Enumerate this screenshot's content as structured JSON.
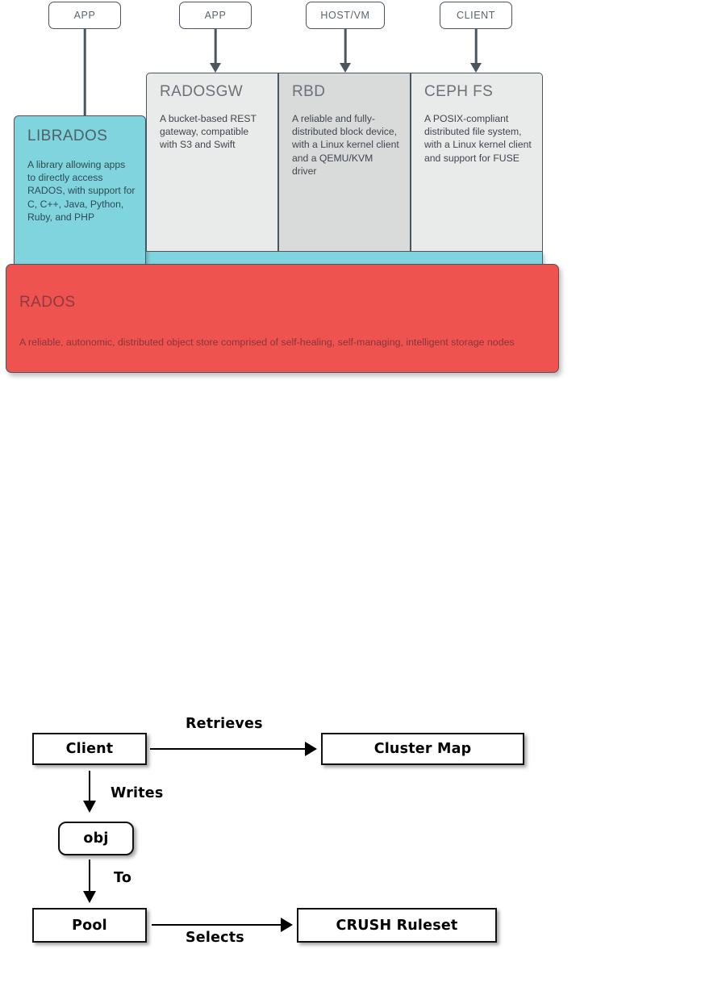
{
  "architecture": {
    "clients": [
      {
        "label": "APP"
      },
      {
        "label": "APP"
      },
      {
        "label": "HOST/VM"
      },
      {
        "label": "CLIENT"
      }
    ],
    "panels": [
      {
        "id": "librados",
        "title": "LIBRADOS",
        "body": "A library allowing apps to directly access RADOS, with support for C, C++, Java, Python, Ruby, and PHP",
        "color": "#7fd4dd"
      },
      {
        "id": "radosgw",
        "title": "RADOSGW",
        "body": "A bucket-based REST gateway, compatible with S3 and Swift",
        "color": "#e9eaea"
      },
      {
        "id": "rbd",
        "title": "RBD",
        "body": "A reliable and fully-distributed block device, with a Linux kernel client and a QEMU/KVM driver",
        "color": "#d9dbdb"
      },
      {
        "id": "cephfs",
        "title": "CEPH FS",
        "body": "A POSIX-compliant distributed file system, with a Linux kernel client and support for FUSE",
        "color": "#e9eaea"
      }
    ],
    "foundation": {
      "title": "RADOS",
      "body": "A reliable, autonomic, distributed object store comprised of self-healing, self-managing, intelligent storage nodes",
      "color": "#ef5350"
    }
  },
  "flow": {
    "nodes": [
      {
        "id": "client",
        "label": "Client"
      },
      {
        "id": "cluster_map",
        "label": "Cluster Map"
      },
      {
        "id": "obj",
        "label": "obj"
      },
      {
        "id": "pool",
        "label": "Pool"
      },
      {
        "id": "crush_ruleset",
        "label": "CRUSH Ruleset"
      }
    ],
    "edges": [
      {
        "from": "client",
        "to": "cluster_map",
        "label": "Retrieves"
      },
      {
        "from": "client",
        "to": "obj",
        "label": "Writes"
      },
      {
        "from": "obj",
        "to": "pool",
        "label": "To"
      },
      {
        "from": "pool",
        "to": "crush_ruleset",
        "label": "Selects"
      }
    ]
  }
}
